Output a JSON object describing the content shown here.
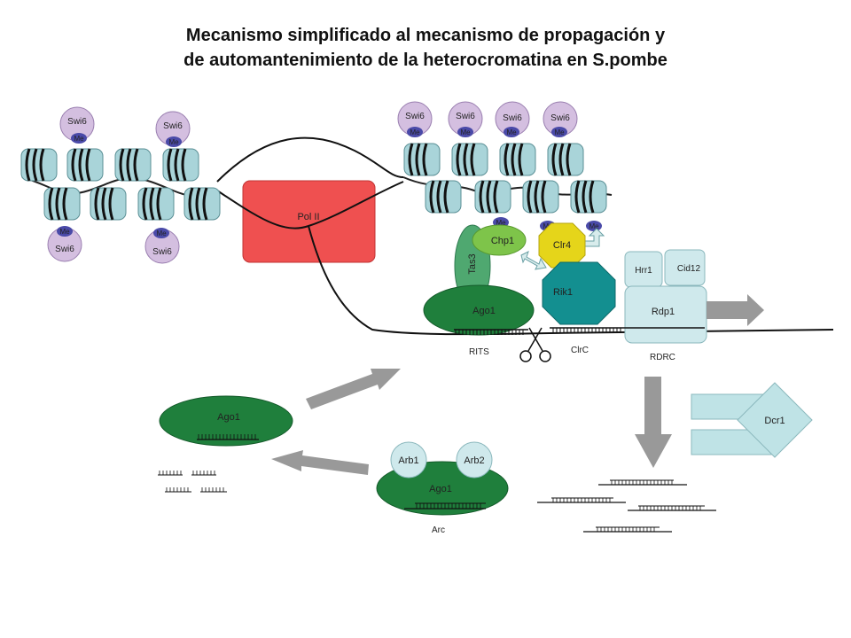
{
  "title": {
    "line1": "Mecanismo simplificado al mecanismo de propagación y",
    "line2": "de automantenimiento de la heterocromatina en S.pombe"
  },
  "labels": {
    "swi6": "Swi6",
    "me": "Me",
    "pol2": "Pol II",
    "chp1": "Chp1",
    "tas3": "Tas3",
    "clr4": "Clr4",
    "ago1": "Ago1",
    "rik1": "Rik1",
    "hrr1": "Hrr1",
    "cid12": "Cid12",
    "rdp1": "Rdp1",
    "rits": "RITS",
    "clrc": "ClrC",
    "rdrc": "RDRC",
    "dcr1": "Dcr1",
    "arb1": "Arb1",
    "arb2": "Arb2",
    "arc": "Arc"
  },
  "colors": {
    "swi6": "#d4bfe0",
    "me": "#4a4aa8",
    "nucleosome": "#a9d4d9",
    "pol2": "#ef5050",
    "chp1": "#7ec44a",
    "tas3": "#4fa870",
    "clr4": "#e5d51a",
    "ago1": "#1f7f3c",
    "rik1": "#138f90",
    "rdrc": "#cfe9ec",
    "arrow": "#999999",
    "dcr1": "#bfe3e6"
  },
  "icons": {
    "scissors": "scissors-icon"
  }
}
